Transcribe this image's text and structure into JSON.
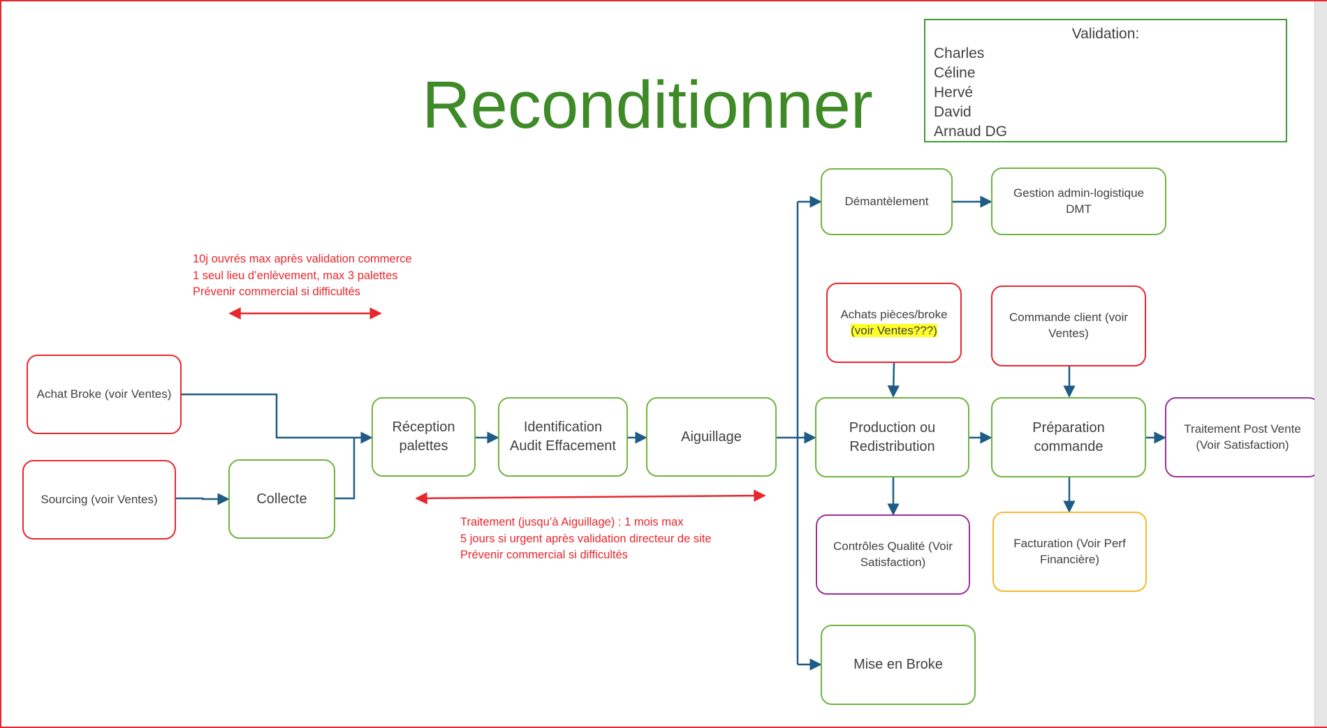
{
  "title": "Reconditionner",
  "validation": {
    "heading": "Validation:",
    "names": [
      "Charles",
      "Céline",
      "Hervé",
      "David",
      "Arnaud DG"
    ]
  },
  "notes": {
    "collect": [
      "10j ouvrés max après validation commerce",
      "1 seul lieu d’enlèvement, max 3 palettes",
      "Prévenir commercial si difficultés"
    ],
    "treatment": [
      "Traitement (jusqu’à Aiguillage) : 1 mois max",
      "5 jours si urgent après validation directeur de site",
      "Prévenir commercial si difficultés"
    ]
  },
  "nodes": {
    "achat_broke": "Achat Broke (voir Ventes)",
    "sourcing": "Sourcing (voir Ventes)",
    "collecte": "Collecte",
    "reception": "Réception palettes",
    "identification": "Identification Audit Effacement",
    "aiguillage": "Aiguillage",
    "demantelement": "Démantèlement",
    "gestion_admin": "Gestion admin-logistique DMT",
    "achats_pieces": "Achats pièces/broke",
    "achats_pieces_hl": "(voir Ventes???)",
    "commande_client": "Commande client (voir Ventes)",
    "production": "Production ou Redistribution",
    "preparation": "Préparation commande",
    "traitement_post": "Traitement Post Vente (Voir Satisfaction)",
    "controles": "Contrôles Qualité (Voir Satisfaction)",
    "facturation": "Facturation (Voir Perf Financière)",
    "mise_broke": "Mise en Broke"
  },
  "colors": {
    "green": "#6fb43f",
    "red": "#e8262d",
    "purple": "#9b2f9b",
    "yellow": "#f4b92e",
    "connector": "#1f5c85",
    "title": "#3d8a27"
  }
}
